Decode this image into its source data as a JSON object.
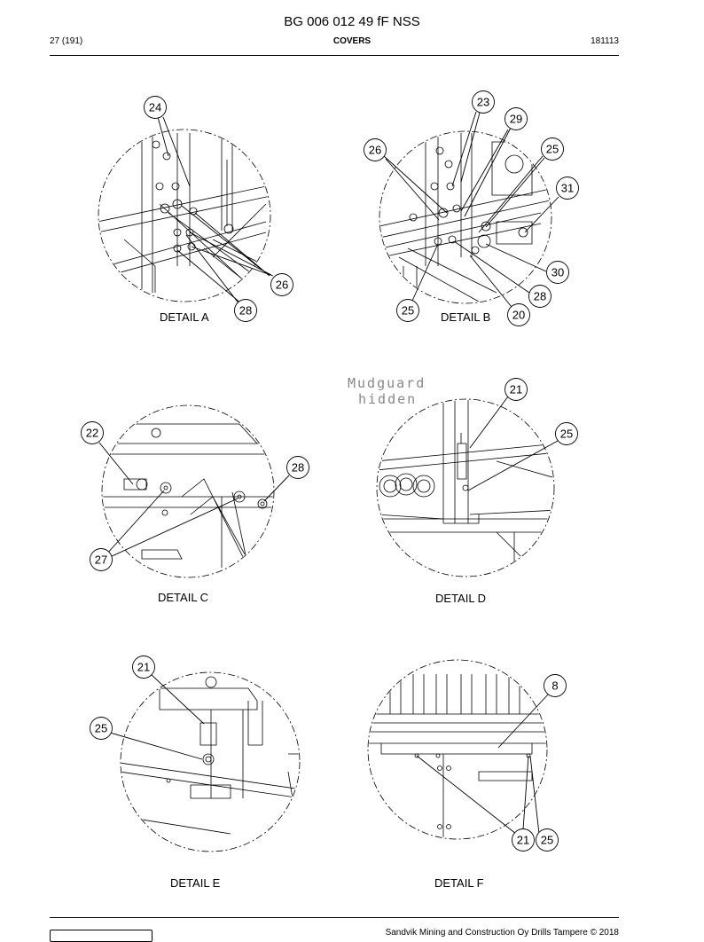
{
  "header": {
    "doc_title": "BG 006 012 49 fF NSS",
    "page": "27 (191)",
    "section": "COVERS",
    "code": "181113"
  },
  "details": {
    "a": {
      "label": "DETAIL A",
      "callouts": [
        "24",
        "26",
        "28"
      ]
    },
    "b": {
      "label": "DETAIL B",
      "callouts": [
        "23",
        "29",
        "26",
        "25",
        "31",
        "30",
        "28",
        "25",
        "20"
      ]
    },
    "c": {
      "label": "DETAIL C",
      "callouts": [
        "22",
        "28",
        "27"
      ]
    },
    "d": {
      "label": "DETAIL D",
      "callouts": [
        "21",
        "25"
      ],
      "note_line1": "Mudguard",
      "note_line2": "hidden"
    },
    "e": {
      "label": "DETAIL E",
      "callouts": [
        "21",
        "25"
      ]
    },
    "f": {
      "label": "DETAIL F",
      "callouts": [
        "8",
        "21",
        "25"
      ]
    }
  },
  "footer": {
    "copyright": "Sandvik Mining and Construction Oy Drills Tampere © 2018"
  }
}
